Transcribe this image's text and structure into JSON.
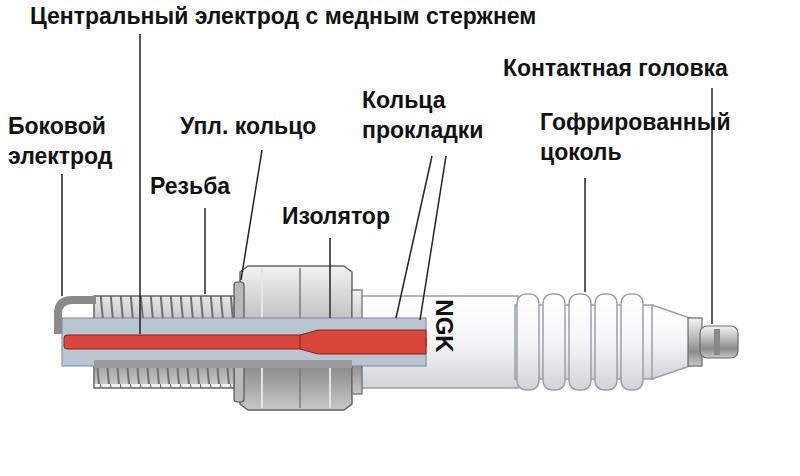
{
  "diagram": {
    "labels": [
      "Центральный электрод с медным стержнем",
      "Контактная головка",
      "Боковой электрод",
      "Упл. кольцо",
      "Кольца прокладки",
      "Гофрированный цоколь",
      "Резьба",
      "Изолятор",
      "NGK"
    ]
  }
}
